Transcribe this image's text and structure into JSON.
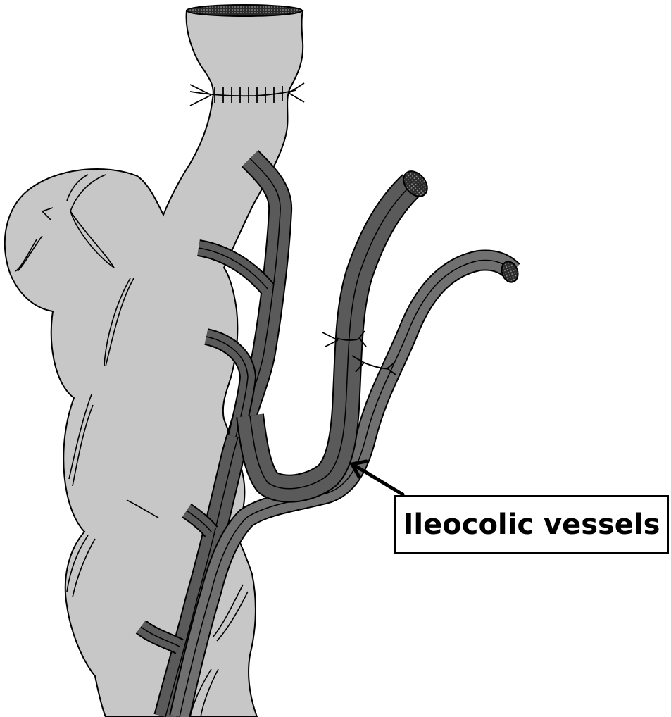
{
  "diagram": {
    "label": "Ileocolic vessels",
    "colors": {
      "bowel_fill": "#c7c7c7",
      "vessel_dark": "#5a5a5a",
      "vessel_mid": "#707070",
      "outline": "#000000",
      "background": "#ffffff"
    },
    "icons": [
      "bowel-segment",
      "colon-haustra",
      "anastomosis-suture-line",
      "ileocolic-artery",
      "ileocolic-vein",
      "ligature-tie",
      "vessel-cut-end",
      "pointer-arrow"
    ]
  }
}
